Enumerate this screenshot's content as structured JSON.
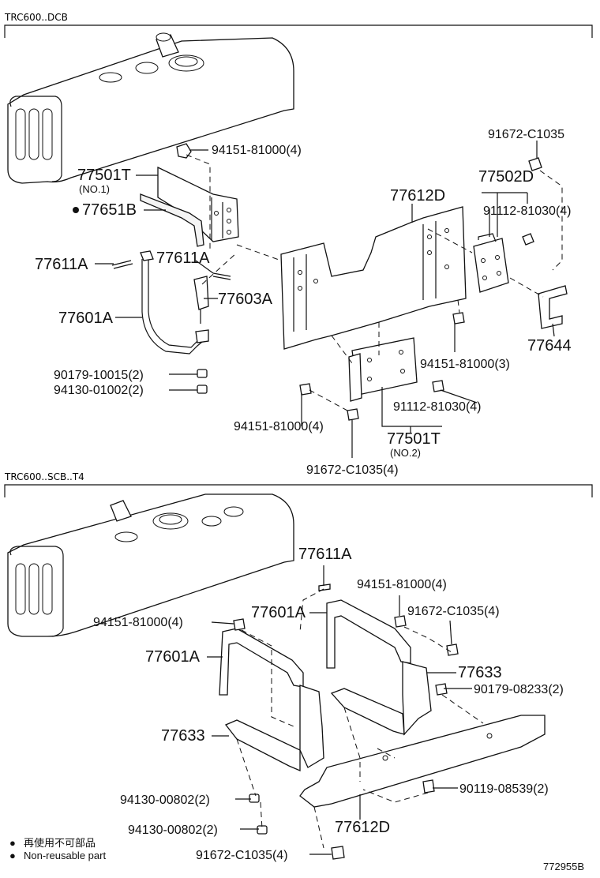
{
  "sections": [
    {
      "header": "TRC600..DCB"
    },
    {
      "header": "TRC600..SCB..T4"
    }
  ],
  "labels_top": [
    {
      "text": "94151-81000(4)"
    },
    {
      "text": "77501T"
    },
    {
      "text": "(NO.1)"
    },
    {
      "text": "77651B"
    },
    {
      "text": "77611A"
    },
    {
      "text": "77611A"
    },
    {
      "text": "77603A"
    },
    {
      "text": "77601A"
    },
    {
      "text": "90179-10015(2)"
    },
    {
      "text": "94130-01002(2)"
    },
    {
      "text": "77612D"
    },
    {
      "text": "91672-C1035"
    },
    {
      "text": "77502D"
    },
    {
      "text": "91112-81030(4)"
    },
    {
      "text": "77644"
    },
    {
      "text": "94151-81000(3)"
    },
    {
      "text": "91112-81030(4)"
    },
    {
      "text": "94151-81000(4)"
    },
    {
      "text": "77501T"
    },
    {
      "text": "(NO.2)"
    },
    {
      "text": "91672-C1035(4)"
    }
  ],
  "labels_bottom": [
    {
      "text": "77611A"
    },
    {
      "text": "94151-81000(4)"
    },
    {
      "text": "94151-81000(4)"
    },
    {
      "text": "77601A"
    },
    {
      "text": "91672-C1035(4)"
    },
    {
      "text": "77601A"
    },
    {
      "text": "77633"
    },
    {
      "text": "90179-08233(2)"
    },
    {
      "text": "77633"
    },
    {
      "text": "90119-08539(2)"
    },
    {
      "text": "94130-00802(2)"
    },
    {
      "text": "94130-00802(2)"
    },
    {
      "text": "77612D"
    },
    {
      "text": "91672-C1035(4)"
    }
  ],
  "legend": {
    "symbol": "●",
    "line1": "再使用不可部品",
    "line2": "Non-reusable part"
  },
  "diagram_id": "772955B"
}
